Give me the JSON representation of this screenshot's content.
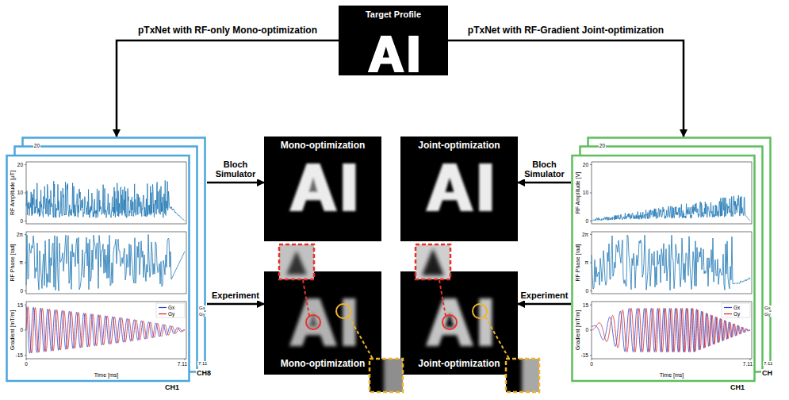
{
  "diagram": {
    "nodes": [
      {
        "text": [
          "Target Profile"
        ]
      },
      {
        "text": [
          "RF Amplitude [μT]",
          "RF Phase [rad]",
          "Gradient [mT/m]",
          "Time [ms]"
        ]
      },
      {
        "text": [
          "RF Amplitude [V]",
          "RF Phase [rad]",
          "Gradient [mT/m]",
          "Time [ms]"
        ]
      },
      {
        "text": [
          "Mono-optimization"
        ]
      },
      {
        "text": [
          "Joint-optimization"
        ]
      },
      {
        "text": [
          "Mono-optimization"
        ]
      },
      {
        "text": [
          "Joint-optimization"
        ]
      }
    ],
    "edges": [
      {
        "from": 0,
        "to": 1,
        "arrow": "to",
        "label": "pTxNet with RF-only Mono-optimization"
      },
      {
        "from": 0,
        "to": 2,
        "arrow": "to",
        "label": "pTxNet with RF-Gradient Joint-optimization"
      },
      {
        "from": 1,
        "to": 3,
        "arrow": "to",
        "label": "Bloch Simulator"
      },
      {
        "from": 1,
        "to": 5,
        "arrow": "to",
        "label": "Experiment"
      },
      {
        "from": 2,
        "to": 4,
        "arrow": "to",
        "label": "Bloch Simulator"
      },
      {
        "from": 2,
        "to": 6,
        "arrow": "to",
        "label": "Experiment"
      }
    ],
    "labels": [
      "20",
      "10",
      "0",
      "2π",
      "π",
      "0",
      "15",
      "0",
      "-15",
      "0",
      "7.11",
      "20",
      "Gx",
      "Gy",
      "7.11",
      "CH1",
      "CH8",
      "20",
      "10",
      "0",
      "2π",
      "π",
      "0",
      "15",
      "0",
      "-15",
      "0",
      "7.11",
      "20",
      "Gx",
      "Gy",
      "7.11",
      "CH1",
      "CH"
    ],
    "legend": [
      {
        "text": "Gx"
      },
      {
        "text": "Gy"
      },
      {
        "text": "Gx"
      },
      {
        "text": "Gy"
      }
    ]
  }
}
